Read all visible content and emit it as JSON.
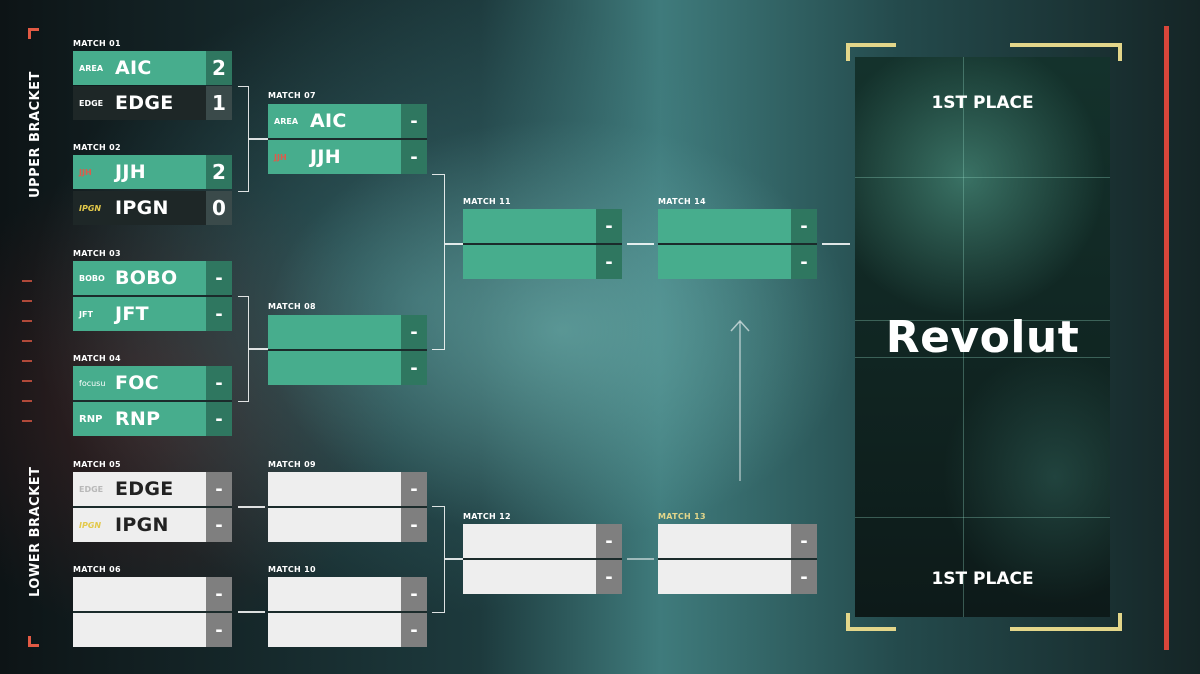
{
  "sections": {
    "upper": "UPPER BRACKET",
    "lower": "LOWER BRACKET"
  },
  "matches": {
    "m01": {
      "label": "MATCH 01",
      "teams": [
        {
          "logo": "AREA",
          "name": "AIC",
          "score": "2"
        },
        {
          "logo": "EDGE",
          "name": "EDGE",
          "score": "1"
        }
      ]
    },
    "m02": {
      "label": "MATCH 02",
      "teams": [
        {
          "logo": "JJH",
          "name": "JJH",
          "score": "2"
        },
        {
          "logo": "IPGN",
          "name": "IPGN",
          "score": "0"
        }
      ]
    },
    "m03": {
      "label": "MATCH 03",
      "teams": [
        {
          "logo": "BOBO",
          "name": "BOBO",
          "score": "-"
        },
        {
          "logo": "JFT",
          "name": "JFT",
          "score": "-"
        }
      ]
    },
    "m04": {
      "label": "MATCH 04",
      "teams": [
        {
          "logo": "focusu",
          "name": "FOC",
          "score": "-"
        },
        {
          "logo": "RNP",
          "name": "RNP",
          "score": "-"
        }
      ]
    },
    "m05": {
      "label": "MATCH 05",
      "teams": [
        {
          "logo": "EDGE",
          "name": "EDGE",
          "score": "-"
        },
        {
          "logo": "IPGN",
          "name": "IPGN",
          "score": "-"
        }
      ]
    },
    "m06": {
      "label": "MATCH 06",
      "teams": [
        {
          "name": "",
          "score": "-"
        },
        {
          "name": "",
          "score": "-"
        }
      ]
    },
    "m07": {
      "label": "MATCH 07",
      "teams": [
        {
          "logo": "AREA",
          "name": "AIC",
          "score": "-"
        },
        {
          "logo": "JJH",
          "name": "JJH",
          "score": "-"
        }
      ]
    },
    "m08": {
      "label": "MATCH 08",
      "teams": [
        {
          "name": "",
          "score": "-"
        },
        {
          "name": "",
          "score": "-"
        }
      ]
    },
    "m09": {
      "label": "MATCH 09",
      "teams": [
        {
          "name": "",
          "score": "-"
        },
        {
          "name": "",
          "score": "-"
        }
      ]
    },
    "m10": {
      "label": "MATCH 10",
      "teams": [
        {
          "name": "",
          "score": "-"
        },
        {
          "name": "",
          "score": "-"
        }
      ]
    },
    "m11": {
      "label": "MATCH 11",
      "teams": [
        {
          "name": "",
          "score": "-"
        },
        {
          "name": "",
          "score": "-"
        }
      ]
    },
    "m12": {
      "label": "MATCH 12",
      "teams": [
        {
          "name": "",
          "score": "-"
        },
        {
          "name": "",
          "score": "-"
        }
      ]
    },
    "m13": {
      "label": "MATCH 13",
      "teams": [
        {
          "name": "",
          "score": "-"
        },
        {
          "name": "",
          "score": "-"
        }
      ]
    },
    "m14": {
      "label": "MATCH 14",
      "teams": [
        {
          "name": "",
          "score": "-"
        },
        {
          "name": "",
          "score": "-"
        }
      ]
    }
  },
  "final_panel": {
    "top_place": "1ST PLACE",
    "bottom_place": "1ST PLACE",
    "sponsor": "Revolut"
  },
  "colors": {
    "accent_green": "#47ad8d",
    "score_green": "#2f7760",
    "accent_red": "#e25a44",
    "accent_yellow": "#e3d68a"
  },
  "icons": {
    "advance_arrow": "arrow-up-icon"
  }
}
